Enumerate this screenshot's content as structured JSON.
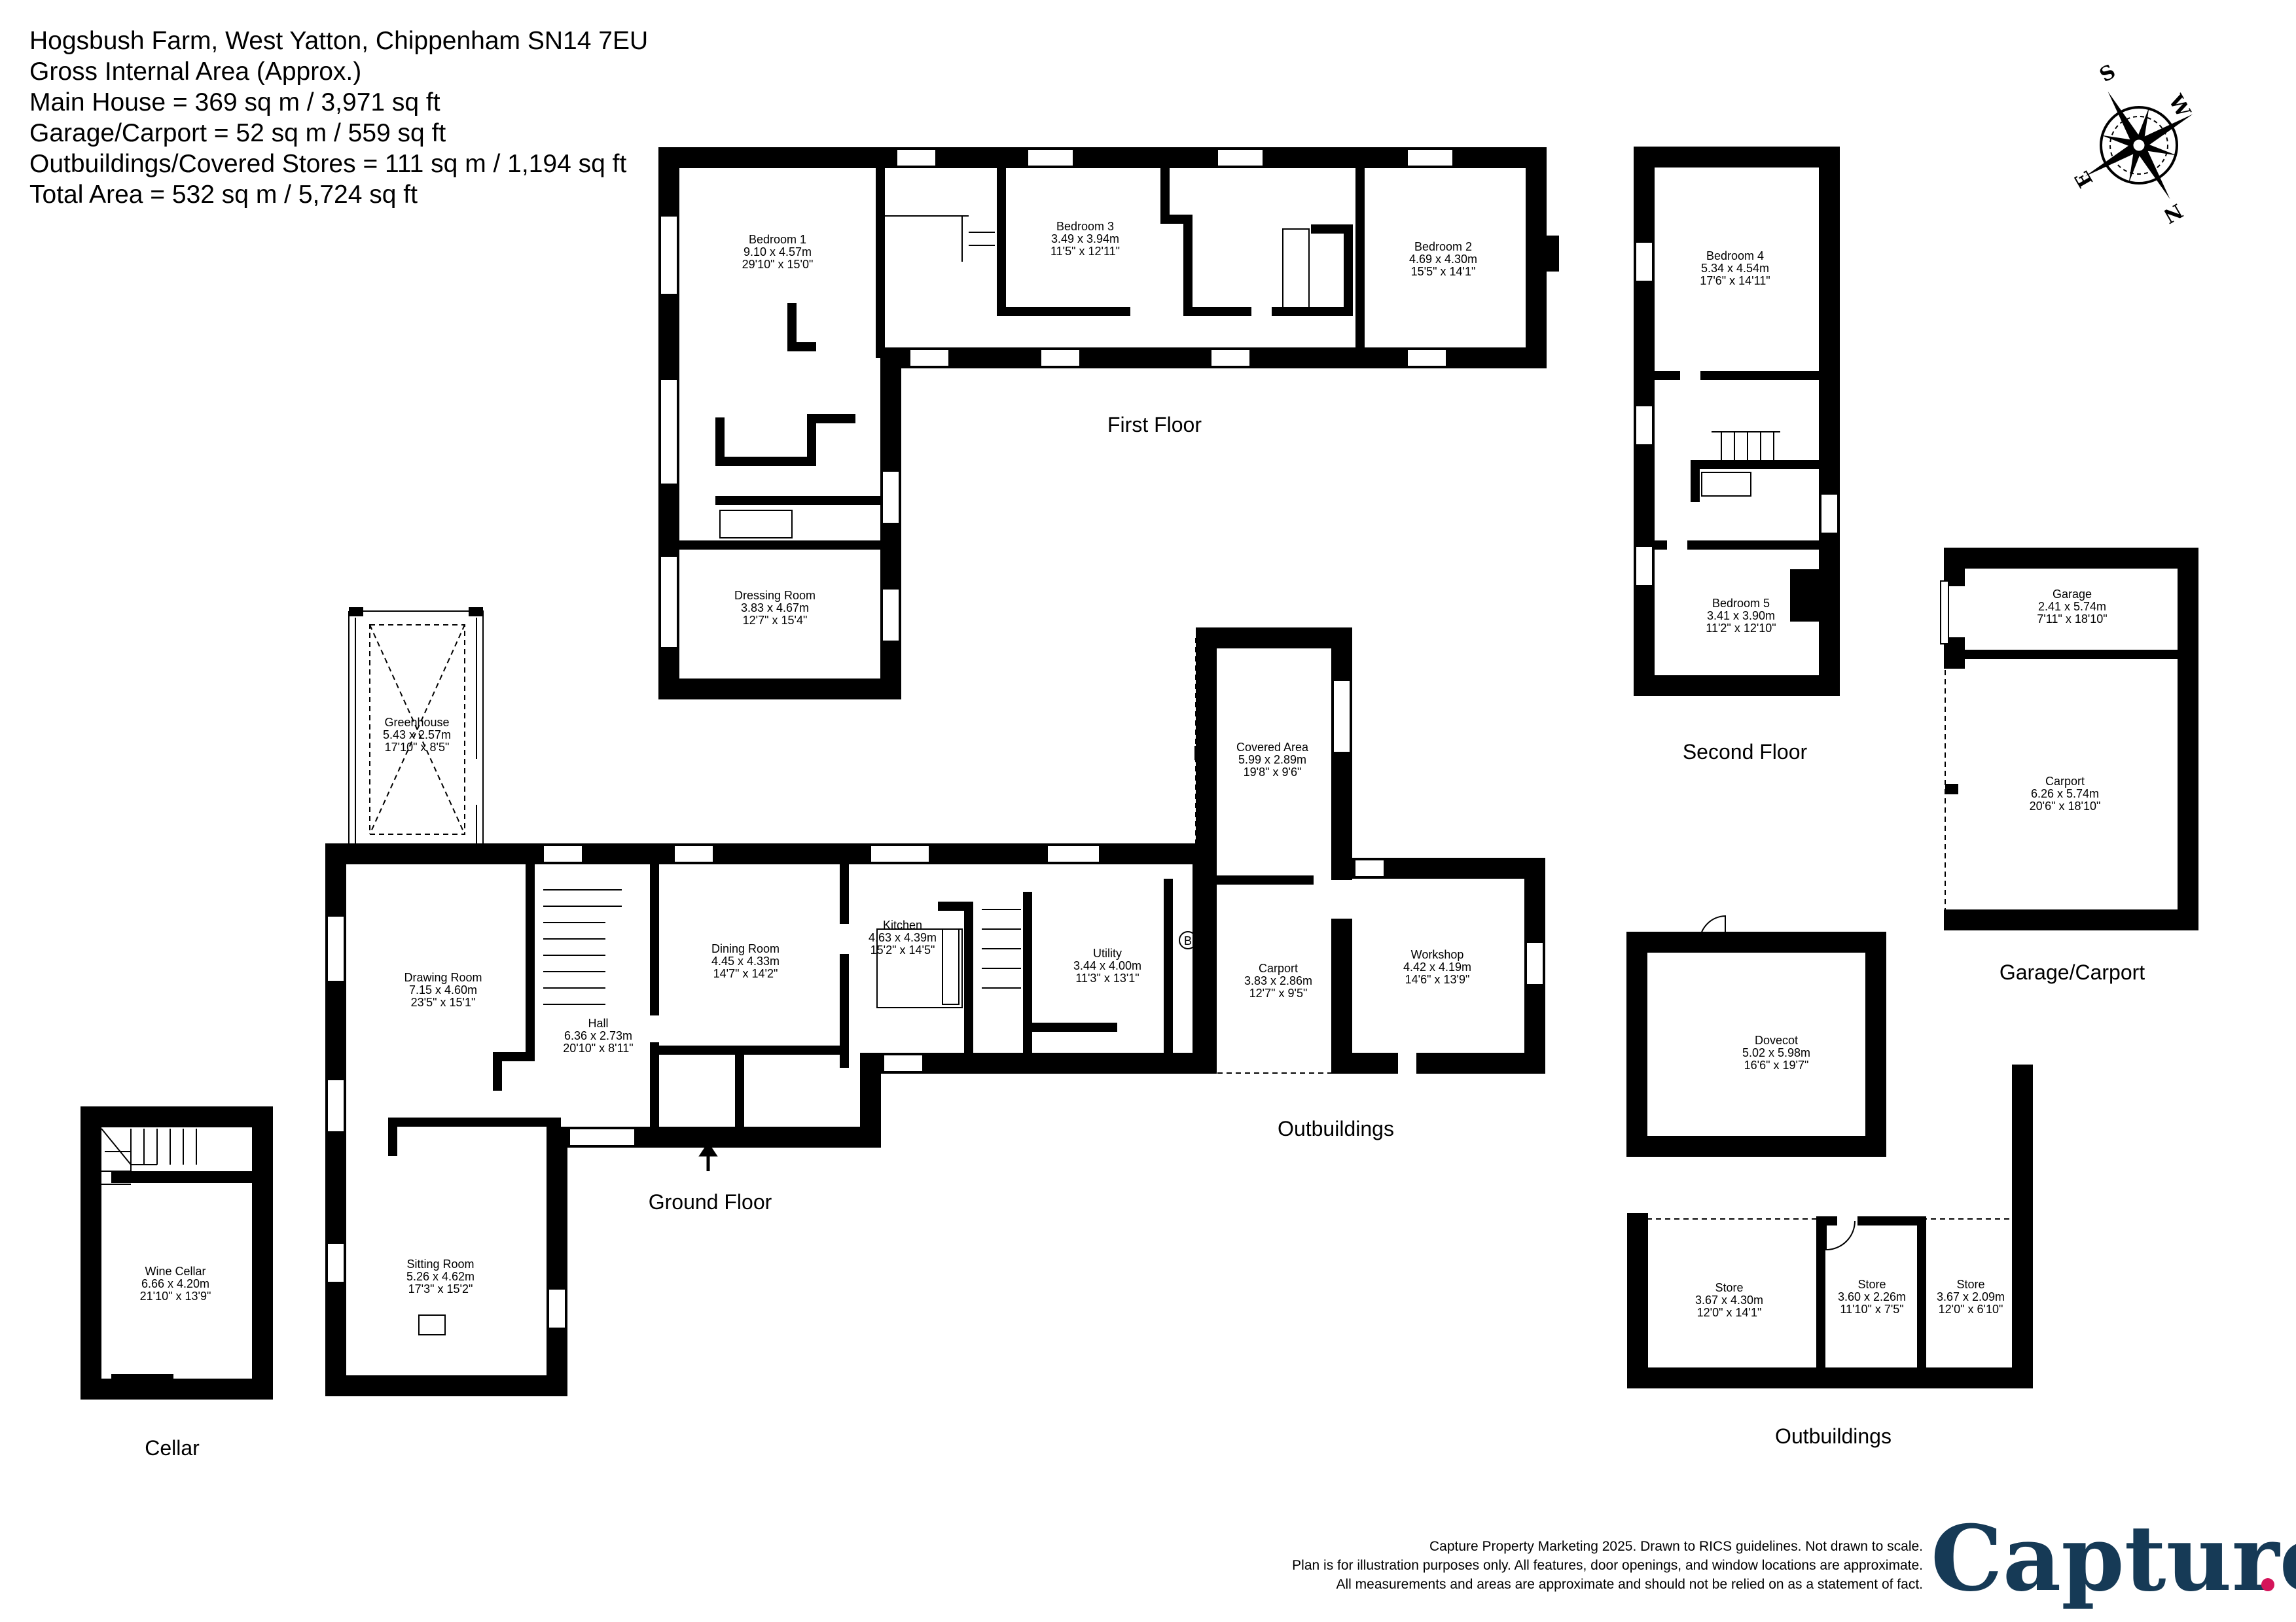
{
  "header": {
    "address": "Hogsbush Farm, West Yatton, Chippenham SN14 7EU",
    "gia_title": "Gross Internal Area (Approx.)",
    "main_house": "Main House = 369 sq m / 3,971 sq ft",
    "garage_carport": "Garage/Carport = 52 sq m / 559 sq ft",
    "outbuildings": "Outbuildings/Covered Stores = 111 sq m / 1,194 sq ft",
    "total": "Total Area = 532 sq m / 5,724 sq ft"
  },
  "compass": {
    "icon": "compass-rose-icon",
    "n": "N",
    "s": "S",
    "e": "E",
    "w": "W"
  },
  "floors": {
    "first": "First Floor",
    "second": "Second Floor",
    "garage_carport": "Garage/Carport",
    "ground": "Ground Floor",
    "outbuildings_ground": "Outbuildings",
    "outbuildings_stores": "Outbuildings",
    "cellar": "Cellar"
  },
  "rooms": [
    {
      "name": "Bedroom 1",
      "metric": "9.10 x 4.57m",
      "imperial": "29'10\" x 15'0\""
    },
    {
      "name": "Bedroom 3",
      "metric": "3.49 x 3.94m",
      "imperial": "11'5\" x 12'11\""
    },
    {
      "name": "Bedroom 2",
      "metric": "4.69 x 4.30m",
      "imperial": "15'5\" x 14'1\""
    },
    {
      "name": "Dressing Room",
      "metric": "3.83 x 4.67m",
      "imperial": "12'7\" x 15'4\""
    },
    {
      "name": "Bedroom 4",
      "metric": "5.34 x 4.54m",
      "imperial": "17'6\" x 14'11\""
    },
    {
      "name": "Bedroom 5",
      "metric": "3.41 x 3.90m",
      "imperial": "11'2\" x 12'10\""
    },
    {
      "name": "Garage",
      "metric": "2.41 x 5.74m",
      "imperial": "7'11\" x 18'10\""
    },
    {
      "name": "Carport",
      "metric": "6.26 x 5.74m",
      "imperial": "20'6\" x 18'10\""
    },
    {
      "name": "Greenhouse",
      "metric": "5.43 x 2.57m",
      "imperial": "17'10\" x 8'5\""
    },
    {
      "name": "Drawing Room",
      "metric": "7.15 x 4.60m",
      "imperial": "23'5\" x 15'1\""
    },
    {
      "name": "Hall",
      "metric": "6.36 x 2.73m",
      "imperial": "20'10\" x 8'11\""
    },
    {
      "name": "Dining Room",
      "metric": "4.45 x 4.33m",
      "imperial": "14'7\" x 14'2\""
    },
    {
      "name": "Kitchen",
      "metric": "4.63 x 4.39m",
      "imperial": "15'2\" x 14'5\""
    },
    {
      "name": "Utility",
      "metric": "3.44 x 4.00m",
      "imperial": "11'3\" x 13'1\""
    },
    {
      "name": "Covered Area",
      "metric": "5.99 x 2.89m",
      "imperial": "19'8\" x 9'6\""
    },
    {
      "name": "Carport",
      "metric": "3.83 x 2.86m",
      "imperial": "12'7\" x 9'5\""
    },
    {
      "name": "Workshop",
      "metric": "4.42 x 4.19m",
      "imperial": "14'6\" x 13'9\""
    },
    {
      "name": "Sitting Room",
      "metric": "5.26 x 4.62m",
      "imperial": "17'3\" x 15'2\""
    },
    {
      "name": "Wine Cellar",
      "metric": "6.66 x 4.20m",
      "imperial": "21'10\" x 13'9\""
    },
    {
      "name": "Dovecot",
      "metric": "5.02 x 5.98m",
      "imperial": "16'6\" x 19'7\""
    },
    {
      "name": "Store",
      "metric": "3.67 x 4.30m",
      "imperial": "12'0\" x 14'1\""
    },
    {
      "name": "Store",
      "metric": "3.60 x 2.26m",
      "imperial": "11'10\" x 7'5\""
    },
    {
      "name": "Store",
      "metric": "3.67 x 2.09m",
      "imperial": "12'0\" x 6'10\""
    }
  ],
  "boiler_marker": "B",
  "footer": {
    "line1": "Capture Property Marketing 2025. Drawn to RICS guidelines.  Not drawn to scale.",
    "line2": "Plan is for illustration purposes only. All features, door openings, and window locations are approximate.",
    "line3": "All measurements and areas are approximate and should not be relied on as a statement of fact.",
    "logo_text": "Capture",
    "logo_dot": ".",
    "logo_color": "#163a56",
    "logo_dot_color": "#d4145a"
  }
}
